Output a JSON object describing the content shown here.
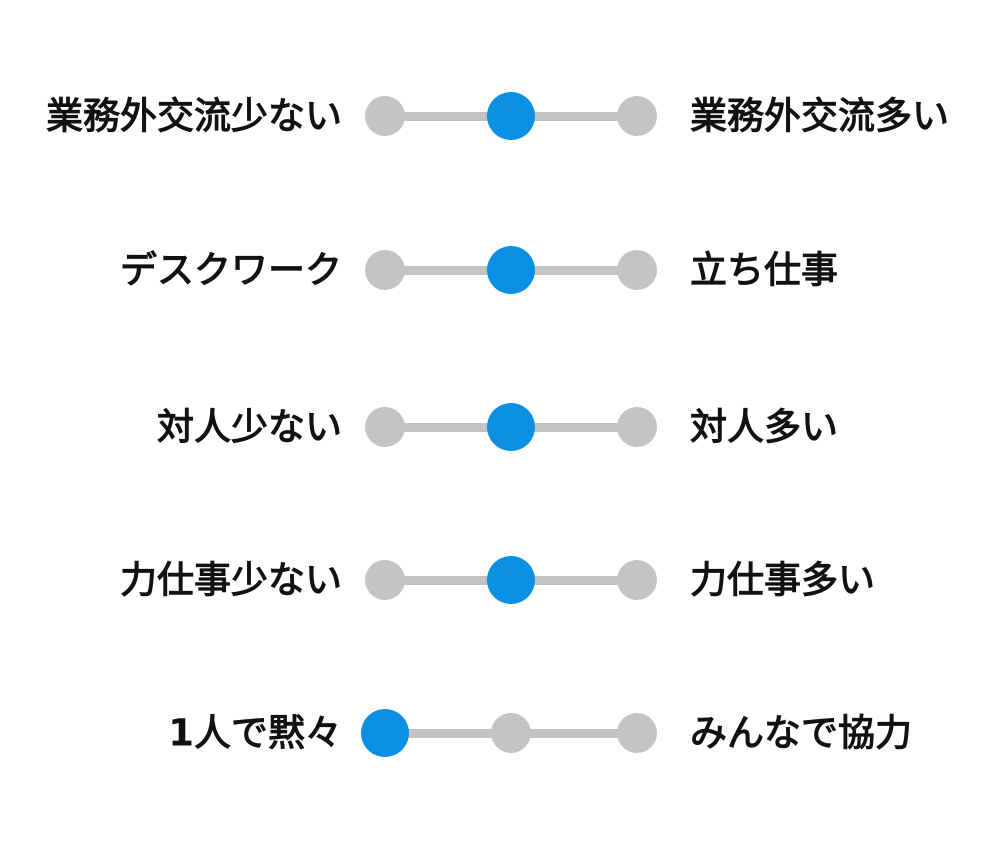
{
  "sliders": [
    {
      "left_label": "業務外交流少ない",
      "right_label": "業務外交流多い",
      "selected_index": 1,
      "stops": 3
    },
    {
      "left_label": "デスクワーク",
      "right_label": "立ち仕事",
      "selected_index": 1,
      "stops": 3
    },
    {
      "left_label": "対人少ない",
      "right_label": "対人多い",
      "selected_index": 1,
      "stops": 3
    },
    {
      "left_label": "力仕事少ない",
      "right_label": "力仕事多い",
      "selected_index": 1,
      "stops": 3
    },
    {
      "left_label": "1人で黙々",
      "right_label": "みんなで協力",
      "selected_index": 0,
      "stops": 3
    }
  ],
  "colors": {
    "track": "#c3c3c3",
    "stop": "#c3c3c3",
    "thumb": "#0a8fe3",
    "text": "#111111"
  }
}
